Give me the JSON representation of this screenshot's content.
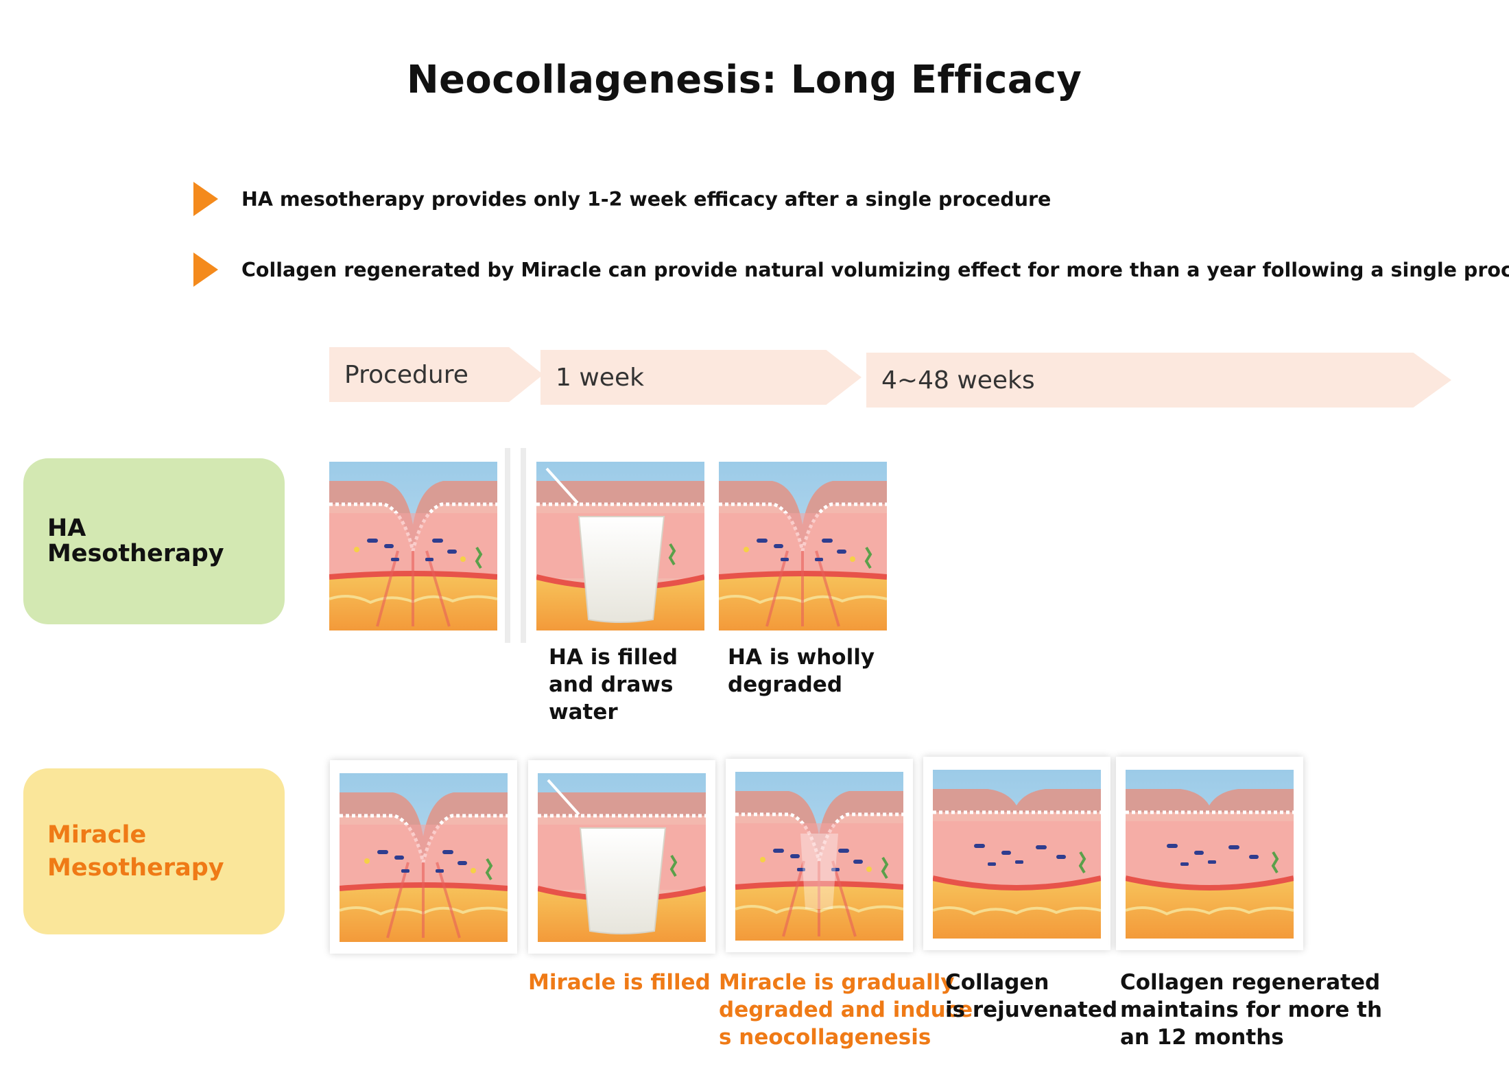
{
  "title": "Neocollagenesis: Long Efficacy",
  "bullets": [
    "HA mesotherapy provides only 1-2 week efficacy after a single procedure",
    "Collagen regenerated by Miracle can provide natural volumizing effect for more than a year following a single procedure"
  ],
  "timeline": [
    "Procedure",
    "1 week",
    "4~48 weeks"
  ],
  "rows": {
    "ha": {
      "label_lines": [
        "HA",
        "Mesotherapy"
      ],
      "captions": [
        [
          "HA is filled",
          "and draws",
          "water"
        ],
        [
          "HA is wholly",
          "degraded"
        ]
      ]
    },
    "miracle": {
      "label_lines": [
        "Miracle",
        "Mesotherapy"
      ],
      "captions": [
        [
          "Miracle is filled"
        ],
        [
          "Miracle  is gradually",
          "degraded and induce",
          "s neocollagenesis"
        ],
        [
          "Collagen",
          "is rejuvenated"
        ],
        [
          "Collagen regenerated",
          "maintains for more th",
          "an 12 months"
        ]
      ]
    }
  },
  "colors": {
    "accent": "#f48a1c",
    "orange_text": "#ef7a16",
    "timeline_fill": "#fce8de",
    "ha_box": "#d3e8b2",
    "miracle_box": "#fae69a"
  },
  "icons": [
    "bullet-arrow-icon",
    "skin-wrinkle-illustration",
    "ha-filler-illustration",
    "collagen-illustration"
  ]
}
